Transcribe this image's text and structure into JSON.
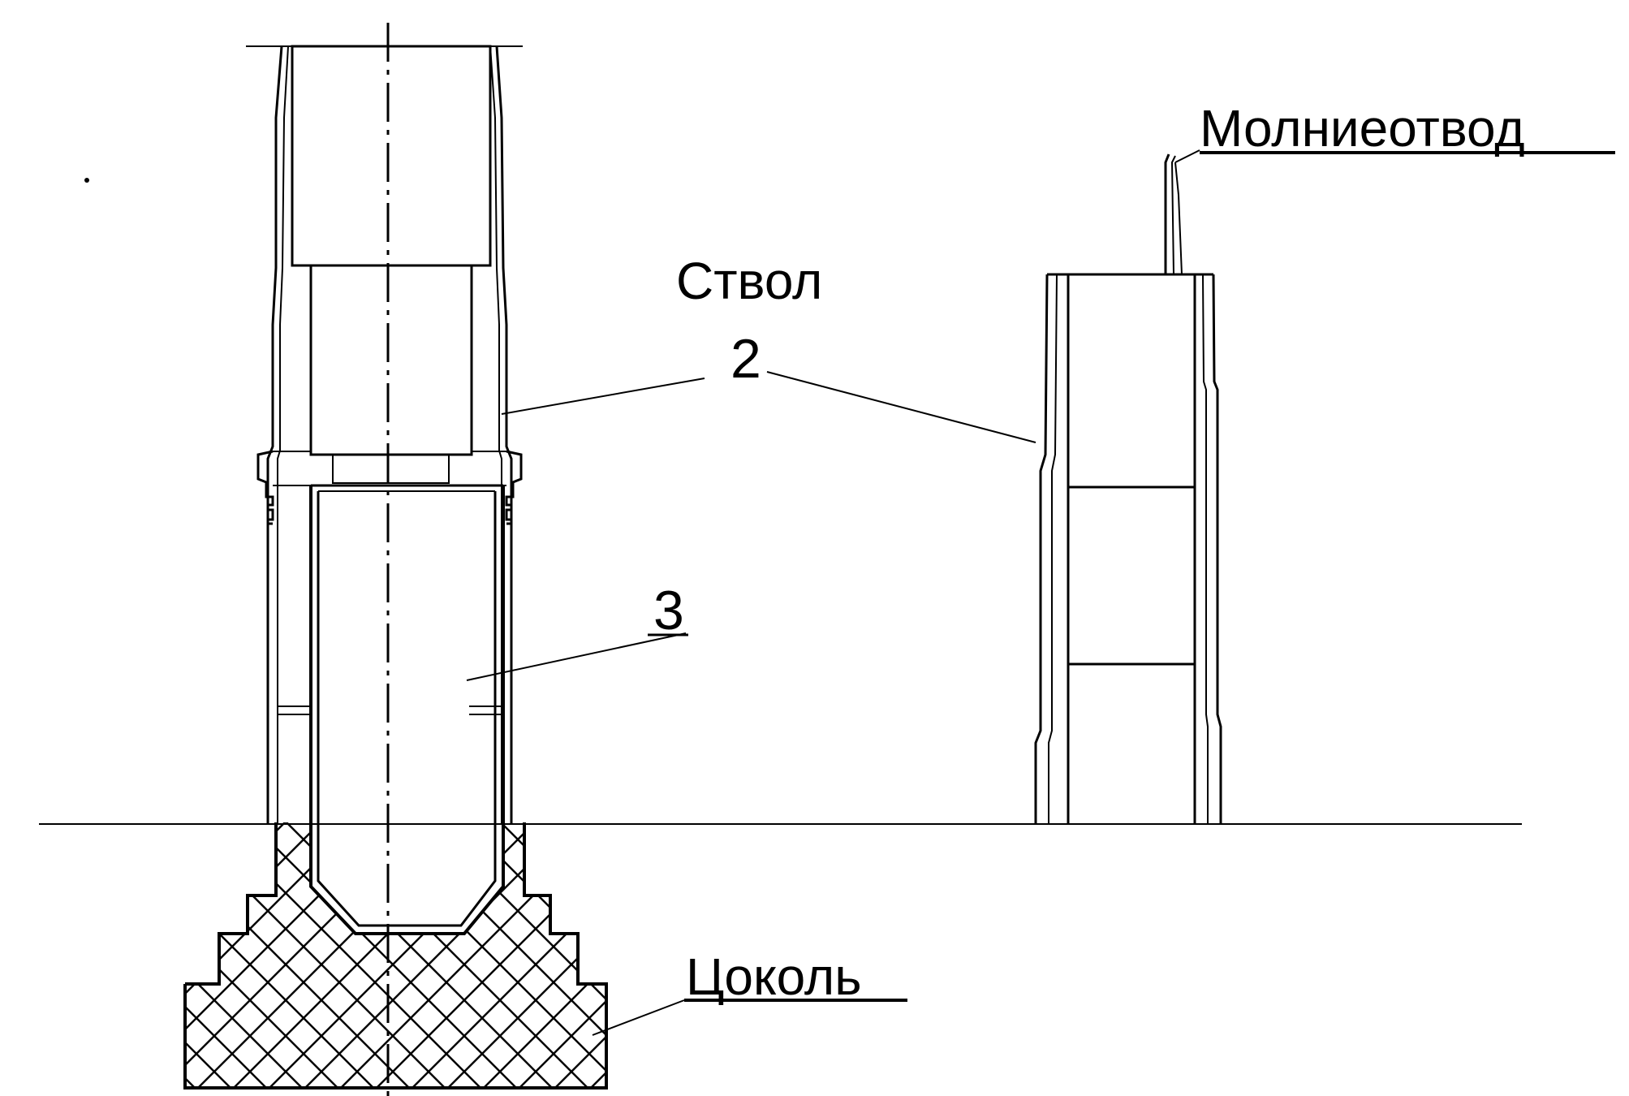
{
  "labels": {
    "lightning_rod": "Молниеотвод",
    "shaft": "Ствол",
    "part_2": "2",
    "part_3": "3",
    "plinth": "Цоколь"
  }
}
